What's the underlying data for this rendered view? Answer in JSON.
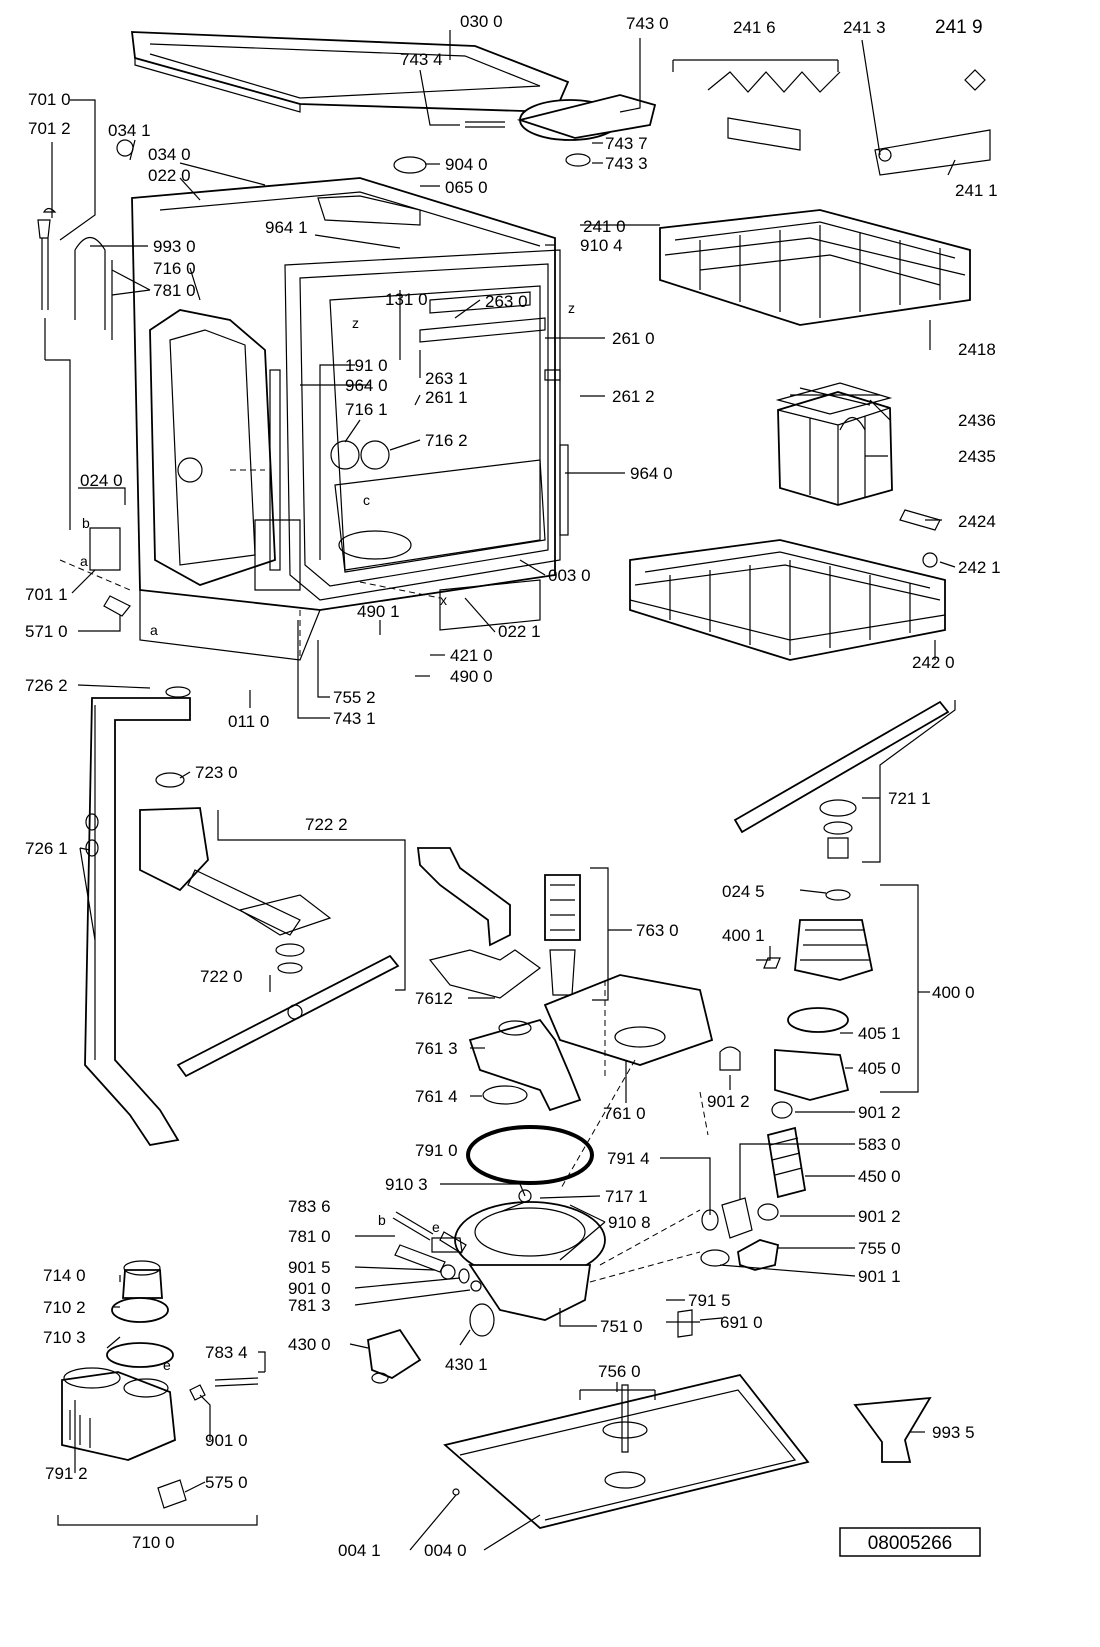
{
  "document_number": "08005266",
  "labels": [
    {
      "id": "lbl-0300",
      "text": "030 0"
    },
    {
      "id": "lbl-7430",
      "text": "743 0"
    },
    {
      "id": "lbl-2416",
      "text": "241 6"
    },
    {
      "id": "lbl-2413",
      "text": "241 3"
    },
    {
      "id": "lbl-2419",
      "text": "241 9"
    },
    {
      "id": "lbl-7434",
      "text": "743 4"
    },
    {
      "id": "lbl-7010",
      "text": "701 0"
    },
    {
      "id": "lbl-7012",
      "text": "701 2"
    },
    {
      "id": "lbl-0341",
      "text": "034 1"
    },
    {
      "id": "lbl-0340",
      "text": "034 0"
    },
    {
      "id": "lbl-0220",
      "text": "022 0"
    },
    {
      "id": "lbl-9040",
      "text": "904 0"
    },
    {
      "id": "lbl-0650",
      "text": "065 0"
    },
    {
      "id": "lbl-7437",
      "text": "743 7"
    },
    {
      "id": "lbl-7433",
      "text": "743 3"
    },
    {
      "id": "lbl-2411",
      "text": "241 1"
    },
    {
      "id": "lbl-9641",
      "text": "964 1"
    },
    {
      "id": "lbl-2410",
      "text": "241 0"
    },
    {
      "id": "lbl-9104",
      "text": "910 4"
    },
    {
      "id": "lbl-9930",
      "text": "993 0"
    },
    {
      "id": "lbl-7160",
      "text": "716 0"
    },
    {
      "id": "lbl-7810",
      "text": "781 0"
    },
    {
      "id": "lbl-1310",
      "text": "131 0"
    },
    {
      "id": "lbl-2630",
      "text": "263 0"
    },
    {
      "id": "lbl-2418",
      "text": "2418"
    },
    {
      "id": "lbl-2610",
      "text": "261 0"
    },
    {
      "id": "lbl-1910",
      "text": "191 0"
    },
    {
      "id": "lbl-2631",
      "text": "263 1"
    },
    {
      "id": "lbl-9640a",
      "text": "964 0"
    },
    {
      "id": "lbl-2611",
      "text": "261 1"
    },
    {
      "id": "lbl-2612",
      "text": "261 2"
    },
    {
      "id": "lbl-7161",
      "text": "716 1"
    },
    {
      "id": "lbl-2436",
      "text": "2436"
    },
    {
      "id": "lbl-7162",
      "text": "716 2"
    },
    {
      "id": "lbl-2435",
      "text": "2435"
    },
    {
      "id": "lbl-9640b",
      "text": "964 0"
    },
    {
      "id": "lbl-0240",
      "text": "024 0"
    },
    {
      "id": "lbl-2424",
      "text": "2424"
    },
    {
      "id": "lbl-2421",
      "text": "242 1"
    },
    {
      "id": "lbl-7011",
      "text": "701 1"
    },
    {
      "id": "lbl-0030",
      "text": "003 0"
    },
    {
      "id": "lbl-5710",
      "text": "571 0"
    },
    {
      "id": "lbl-4901",
      "text": "490 1"
    },
    {
      "id": "lbl-0221",
      "text": "022 1"
    },
    {
      "id": "lbl-4210",
      "text": "421 0"
    },
    {
      "id": "lbl-2420",
      "text": "242 0"
    },
    {
      "id": "lbl-7262",
      "text": "726 2"
    },
    {
      "id": "lbl-4900",
      "text": "490 0"
    },
    {
      "id": "lbl-7552",
      "text": "755 2"
    },
    {
      "id": "lbl-0110",
      "text": "011 0"
    },
    {
      "id": "lbl-7431",
      "text": "743 1"
    },
    {
      "id": "lbl-7230",
      "text": "723 0"
    },
    {
      "id": "lbl-7211",
      "text": "721 1"
    },
    {
      "id": "lbl-7222",
      "text": "722 2"
    },
    {
      "id": "lbl-7261",
      "text": "726 1"
    },
    {
      "id": "lbl-0245",
      "text": "024 5"
    },
    {
      "id": "lbl-7630",
      "text": "763 0"
    },
    {
      "id": "lbl-4001",
      "text": "400 1"
    },
    {
      "id": "lbl-7220",
      "text": "722 0"
    },
    {
      "id": "lbl-4000",
      "text": "400 0"
    },
    {
      "id": "lbl-7612",
      "text": "7612"
    },
    {
      "id": "lbl-4051",
      "text": "405 1"
    },
    {
      "id": "lbl-7613",
      "text": "761 3"
    },
    {
      "id": "lbl-4050",
      "text": "405 0"
    },
    {
      "id": "lbl-9012a",
      "text": "901 2"
    },
    {
      "id": "lbl-7614",
      "text": "761 4"
    },
    {
      "id": "lbl-7610",
      "text": "761 0"
    },
    {
      "id": "lbl-9012b",
      "text": "901 2"
    },
    {
      "id": "lbl-5830",
      "text": "583 0"
    },
    {
      "id": "lbl-7910",
      "text": "791 0"
    },
    {
      "id": "lbl-7914",
      "text": "791 4"
    },
    {
      "id": "lbl-4500",
      "text": "450 0"
    },
    {
      "id": "lbl-9103",
      "text": "910 3"
    },
    {
      "id": "lbl-7171",
      "text": "717 1"
    },
    {
      "id": "lbl-7836",
      "text": "783 6"
    },
    {
      "id": "lbl-9108",
      "text": "910 8"
    },
    {
      "id": "lbl-9012c",
      "text": "901 2"
    },
    {
      "id": "lbl-7810b",
      "text": "781 0"
    },
    {
      "id": "lbl-7550",
      "text": "755 0"
    },
    {
      "id": "lbl-9015",
      "text": "901 5"
    },
    {
      "id": "lbl-9010",
      "text": "901 0"
    },
    {
      "id": "lbl-9011",
      "text": "901 1"
    },
    {
      "id": "lbl-7140",
      "text": "714 0"
    },
    {
      "id": "lbl-7813",
      "text": "781 3"
    },
    {
      "id": "lbl-7915",
      "text": "791 5"
    },
    {
      "id": "lbl-7510",
      "text": "751 0"
    },
    {
      "id": "lbl-7102",
      "text": "710 2"
    },
    {
      "id": "lbl-6910",
      "text": "691 0"
    },
    {
      "id": "lbl-4300",
      "text": "430 0"
    },
    {
      "id": "lbl-7103",
      "text": "710 3"
    },
    {
      "id": "lbl-7834",
      "text": "783 4"
    },
    {
      "id": "lbl-4301",
      "text": "430 1"
    },
    {
      "id": "lbl-7560",
      "text": "756 0"
    },
    {
      "id": "lbl-9935",
      "text": "993 5"
    },
    {
      "id": "lbl-9010b",
      "text": "901 0"
    },
    {
      "id": "lbl-7912",
      "text": "791 2"
    },
    {
      "id": "lbl-5750",
      "text": "575 0"
    },
    {
      "id": "lbl-7100",
      "text": "710 0"
    },
    {
      "id": "lbl-0041",
      "text": "004 1"
    },
    {
      "id": "lbl-0040",
      "text": "004 0"
    }
  ],
  "letters": [
    {
      "id": "ltr-z1",
      "text": "z"
    },
    {
      "id": "ltr-z2",
      "text": "z"
    },
    {
      "id": "ltr-x",
      "text": "x"
    },
    {
      "id": "ltr-c",
      "text": "c"
    },
    {
      "id": "ltr-b1",
      "text": "b"
    },
    {
      "id": "ltr-a1",
      "text": "a"
    },
    {
      "id": "ltr-a2",
      "text": "a"
    },
    {
      "id": "ltr-b2",
      "text": "b"
    },
    {
      "id": "ltr-e1",
      "text": "e"
    },
    {
      "id": "ltr-e2",
      "text": "e"
    }
  ]
}
